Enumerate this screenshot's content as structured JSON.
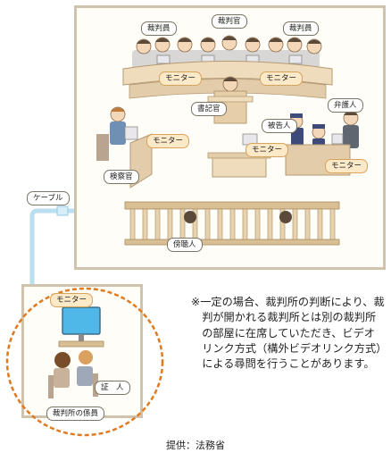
{
  "labels": {
    "judges_left": "裁判員",
    "presiding_judge": "裁判官",
    "judges_right": "裁判員",
    "monitor_bench_left": "モニター",
    "monitor_bench_right": "モニター",
    "clerk": "書記官",
    "defense_lawyer": "弁護人",
    "defendant": "被告人",
    "monitor_prosecutor": "モニター",
    "monitor_center": "モニター",
    "monitor_defense": "モニター",
    "prosecutor": "検察官",
    "gallery": "傍聴人",
    "cable": "ケーブル",
    "monitor_side_room": "モニター",
    "witness": "証　人",
    "court_staff": "裁判所の係員"
  },
  "note": "※一定の場合、裁判所の判断により、裁判が開かれる裁判所とは別の裁判所の部屋に在席していただき、ビデオリンク方式（構外ビデオリンク方式）による尋問を行うことがあります。",
  "credit": "提供：法務省",
  "colors": {
    "frame": "#cfc3ae",
    "bench": "#efdcbc",
    "wood": "#d9bf95",
    "monitor_screen": "#4fb8e8",
    "dashed_circle": "#e07a1f",
    "monitor_label_fill": "#fce9c8"
  }
}
